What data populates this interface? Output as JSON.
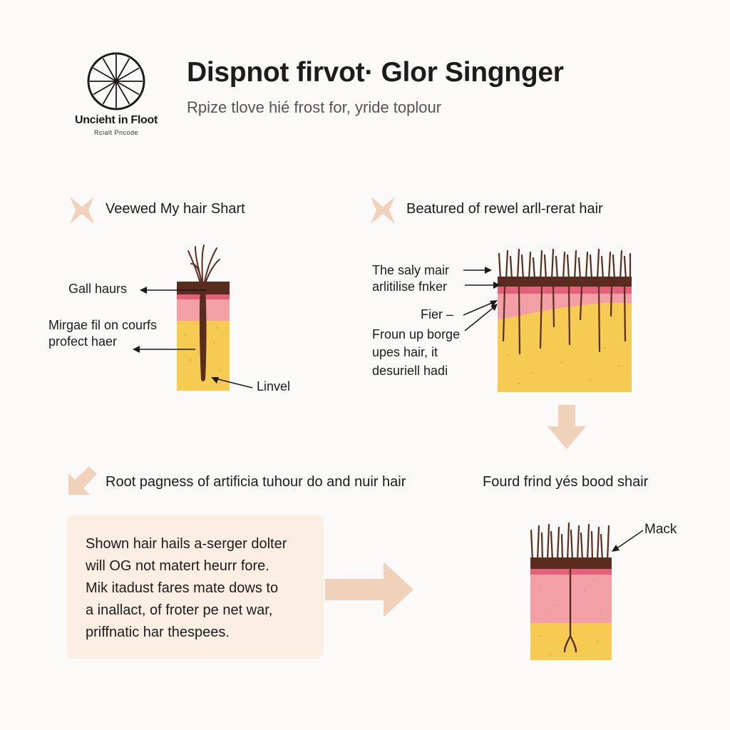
{
  "header": {
    "logo_name": "Uncieht in Floot",
    "logo_tagline": "Rcialt Pncode",
    "title": "Dispnot firvot· Glor Singnger",
    "subtitle": "Rpize tlove hié frost for, yride toplour"
  },
  "sections": {
    "left_heading": "Veewed My hair Shart",
    "right_heading": "Beatured of rewel arll-rerat hair",
    "bottom_left_heading": "Root pagness of artificia tuhour do and nuir hair",
    "bottom_right_heading": "Fourd frind yés bood shair"
  },
  "diagram_left": {
    "label_top": "Gall haurs",
    "label_mid_1": "Mirgae fil on courfs",
    "label_mid_2": "profect haer",
    "label_bottom": "Linvel"
  },
  "diagram_right": {
    "label_1": "The saly mair",
    "label_2": "arlitilise fnker",
    "label_3": "Fier –",
    "label_4": "Froun up borge",
    "label_5": "upes hair, it",
    "label_6": "desuriell hadi"
  },
  "diagram_bottom": {
    "label": "Mack"
  },
  "note": {
    "lines": [
      "Shown hair hails a-serger dolter",
      "will OG not matert heurr fore.",
      "Mik itadust fares mate dows to",
      "a inallact, of froter pe net war,",
      "priffnatic har thespees."
    ]
  },
  "colors": {
    "hair": "#5a2c1e",
    "epidermis": "#e3627a",
    "dermis": "#f2a0a6",
    "fat": "#f6cb52",
    "accent": "#f0d2ba"
  }
}
